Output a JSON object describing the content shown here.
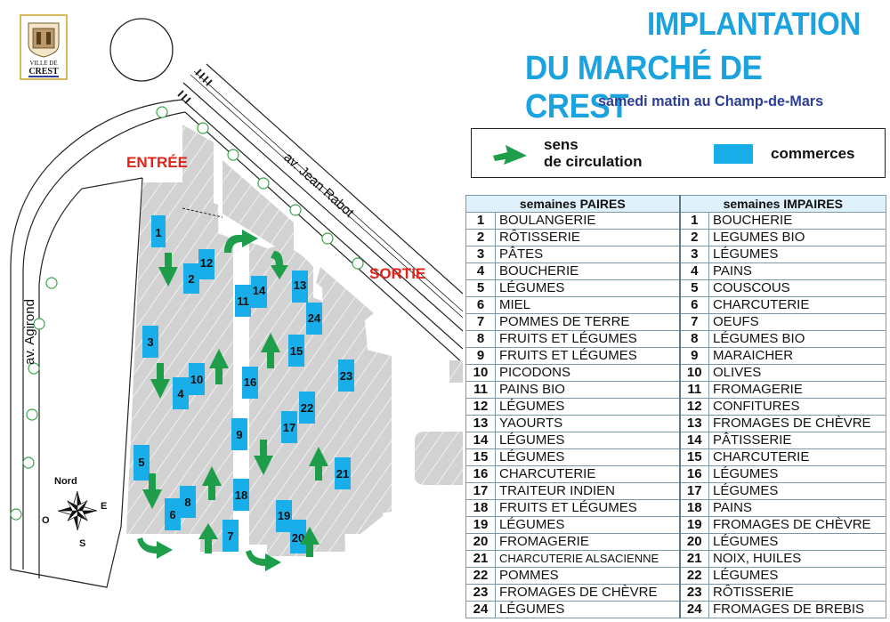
{
  "title_line1": "IMPLANTATION",
  "title_line2": "DU MARCHÉ DE CREST",
  "subtitle": "samedi matin au Champ-de-Mars",
  "logo": {
    "line1": "VILLE DE",
    "line2": "CREST"
  },
  "legend": {
    "circulation": [
      "sens",
      "de circulation"
    ],
    "commerces": "commerces"
  },
  "colors": {
    "title": "#1ba3e0",
    "subtitle": "#2d3f94",
    "stall": "#19aeea",
    "arrow": "#1e9e4a",
    "road_label": "#e2231a",
    "table_header": "#dff1fa",
    "pavement": "#c9c9c9",
    "tree": "#3aa54a"
  },
  "map": {
    "streets": [
      "av. Jean Rabot",
      "av. Agirond"
    ],
    "entree": "ENTRÉE",
    "sortie": "SORTIE",
    "compass": {
      "N": "Nord",
      "E": "E",
      "S": "S",
      "O": "O"
    },
    "stall_numbers": [
      "1",
      "2",
      "3",
      "4",
      "5",
      "6",
      "7",
      "8",
      "9",
      "10",
      "11",
      "12",
      "13",
      "14",
      "15",
      "16",
      "17",
      "18",
      "19",
      "20",
      "21",
      "22",
      "23",
      "24"
    ]
  },
  "table": {
    "headers": [
      "semaines PAIRES",
      "semaines IMPAIRES"
    ],
    "rows": [
      {
        "n": "1",
        "paires": "BOULANGERIE",
        "impaires": "BOUCHERIE"
      },
      {
        "n": "2",
        "paires": "RÔTISSERIE",
        "impaires": "LEGUMES BIO"
      },
      {
        "n": "3",
        "paires": "PÂTES",
        "impaires": "LÉGUMES"
      },
      {
        "n": "4",
        "paires": "BOUCHERIE",
        "impaires": "PAINS"
      },
      {
        "n": "5",
        "paires": "LÉGUMES",
        "impaires": "COUSCOUS"
      },
      {
        "n": "6",
        "paires": "MIEL",
        "impaires": "CHARCUTERIE"
      },
      {
        "n": "7",
        "paires": "POMMES DE TERRE",
        "impaires": "OEUFS"
      },
      {
        "n": "8",
        "paires": "FRUITS ET LÉGUMES",
        "impaires": "LÉGUMES BIO"
      },
      {
        "n": "9",
        "paires": "FRUITS ET LÉGUMES",
        "impaires": "MARAICHER"
      },
      {
        "n": "10",
        "paires": "PICODONS",
        "impaires": "OLIVES"
      },
      {
        "n": "11",
        "paires": "PAINS BIO",
        "impaires": "FROMAGERIE"
      },
      {
        "n": "12",
        "paires": "LÉGUMES",
        "impaires": "CONFITURES"
      },
      {
        "n": "13",
        "paires": "YAOURTS",
        "impaires": "FROMAGES DE CHÈVRE"
      },
      {
        "n": "14",
        "paires": "LÉGUMES",
        "impaires": "PÂTISSERIE"
      },
      {
        "n": "15",
        "paires": "LÉGUMES",
        "impaires": "CHARCUTERIE"
      },
      {
        "n": "16",
        "paires": "CHARCUTERIE",
        "impaires": "LÉGUMES"
      },
      {
        "n": "17",
        "paires": "TRAITEUR INDIEN",
        "impaires": "LÉGUMES"
      },
      {
        "n": "18",
        "paires": "FRUITS ET LÉGUMES",
        "impaires": "PAINS"
      },
      {
        "n": "19",
        "paires": "LÉGUMES",
        "impaires": "FROMAGES DE CHÈVRE"
      },
      {
        "n": "20",
        "paires": "FROMAGERIE",
        "impaires": "LÉGUMES"
      },
      {
        "n": "21",
        "paires": "CHARCUTERIE ALSACIENNE",
        "impaires": "NOIX, HUILES"
      },
      {
        "n": "22",
        "paires": "POMMES",
        "impaires": "LÉGUMES"
      },
      {
        "n": "23",
        "paires": "FROMAGES DE CHÈVRE",
        "impaires": "RÔTISSERIE"
      },
      {
        "n": "24",
        "paires": "LÉGUMES",
        "impaires": "FROMAGES DE BREBIS"
      }
    ]
  }
}
